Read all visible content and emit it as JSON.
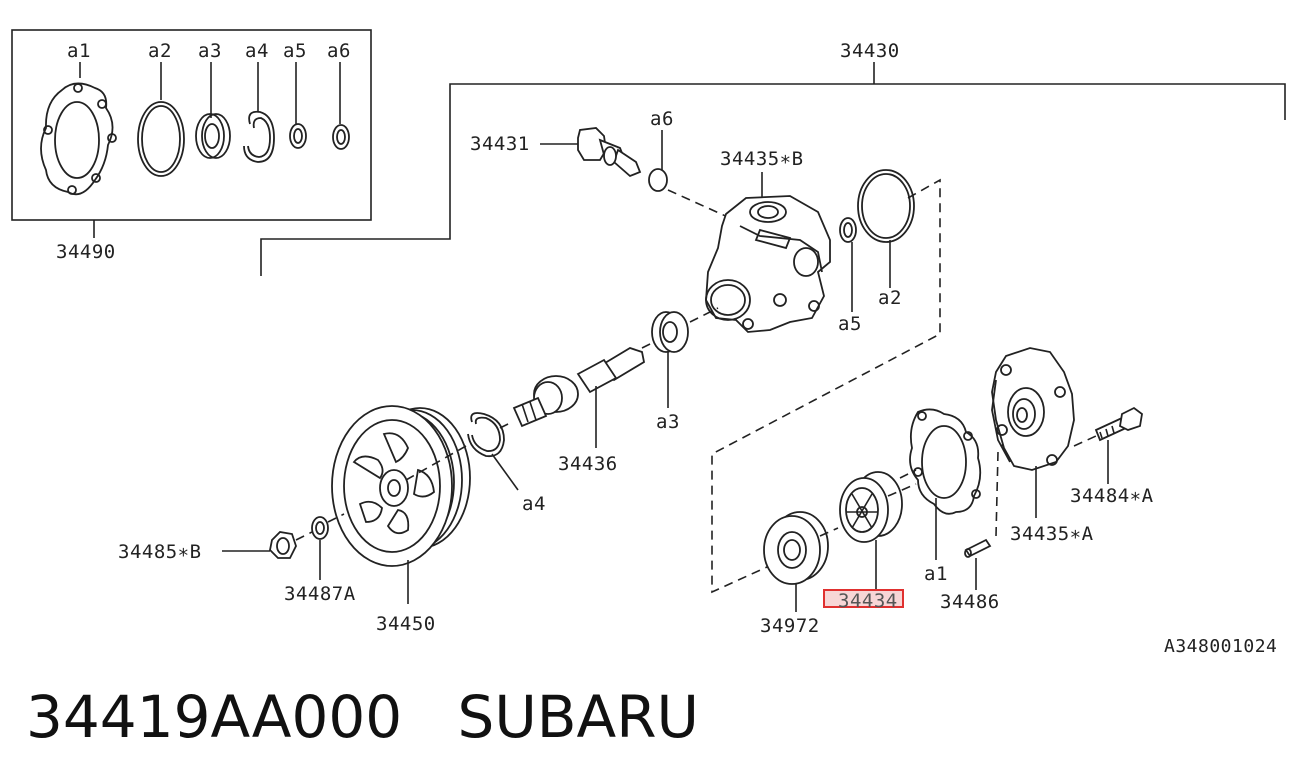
{
  "diagram": {
    "parts": {
      "p34430": "34430",
      "p34490": "34490",
      "p34431": "34431",
      "p34435b": "34435∗B",
      "p34436": "34436",
      "p34450": "34450",
      "p34485b": "34485∗B",
      "p34487a": "34487A",
      "p34434": "34434",
      "p34972": "34972",
      "p34486": "34486",
      "p34435a": "34435∗A",
      "p34484a": "34484∗A"
    },
    "kit": {
      "a1": "a1",
      "a2": "a2",
      "a3": "a3",
      "a4": "a4",
      "a5": "a5",
      "a6": "a6"
    },
    "callouts": {
      "a6": "a6",
      "a2": "a2",
      "a5": "a5",
      "a3": "a3",
      "a4": "a4",
      "a1": "a1"
    },
    "ref_code": "A348001024",
    "highlight_color": "#e0302f"
  },
  "footer": {
    "part_number": "34419AA000",
    "brand": "SUBARU"
  }
}
